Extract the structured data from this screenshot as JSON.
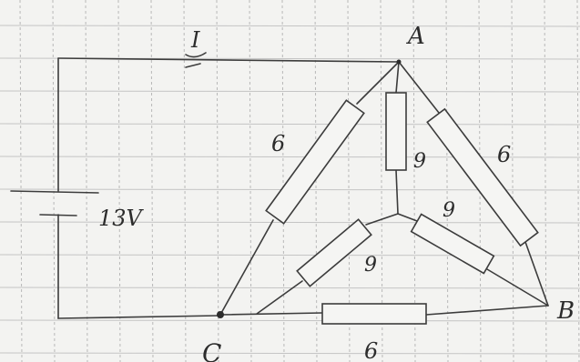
{
  "colors": {
    "ink": "#3c3c3c",
    "paper": "#f3f3f1",
    "grid": "#b8b8b8"
  },
  "nodes": {
    "a": "A",
    "b": "B",
    "c": "C"
  },
  "source": {
    "voltage": "13V",
    "current": "I"
  },
  "resistors": {
    "ca": "6",
    "ab": "6",
    "cb": "6",
    "center_a": "9",
    "center_b": "9",
    "center_c": "9"
  }
}
